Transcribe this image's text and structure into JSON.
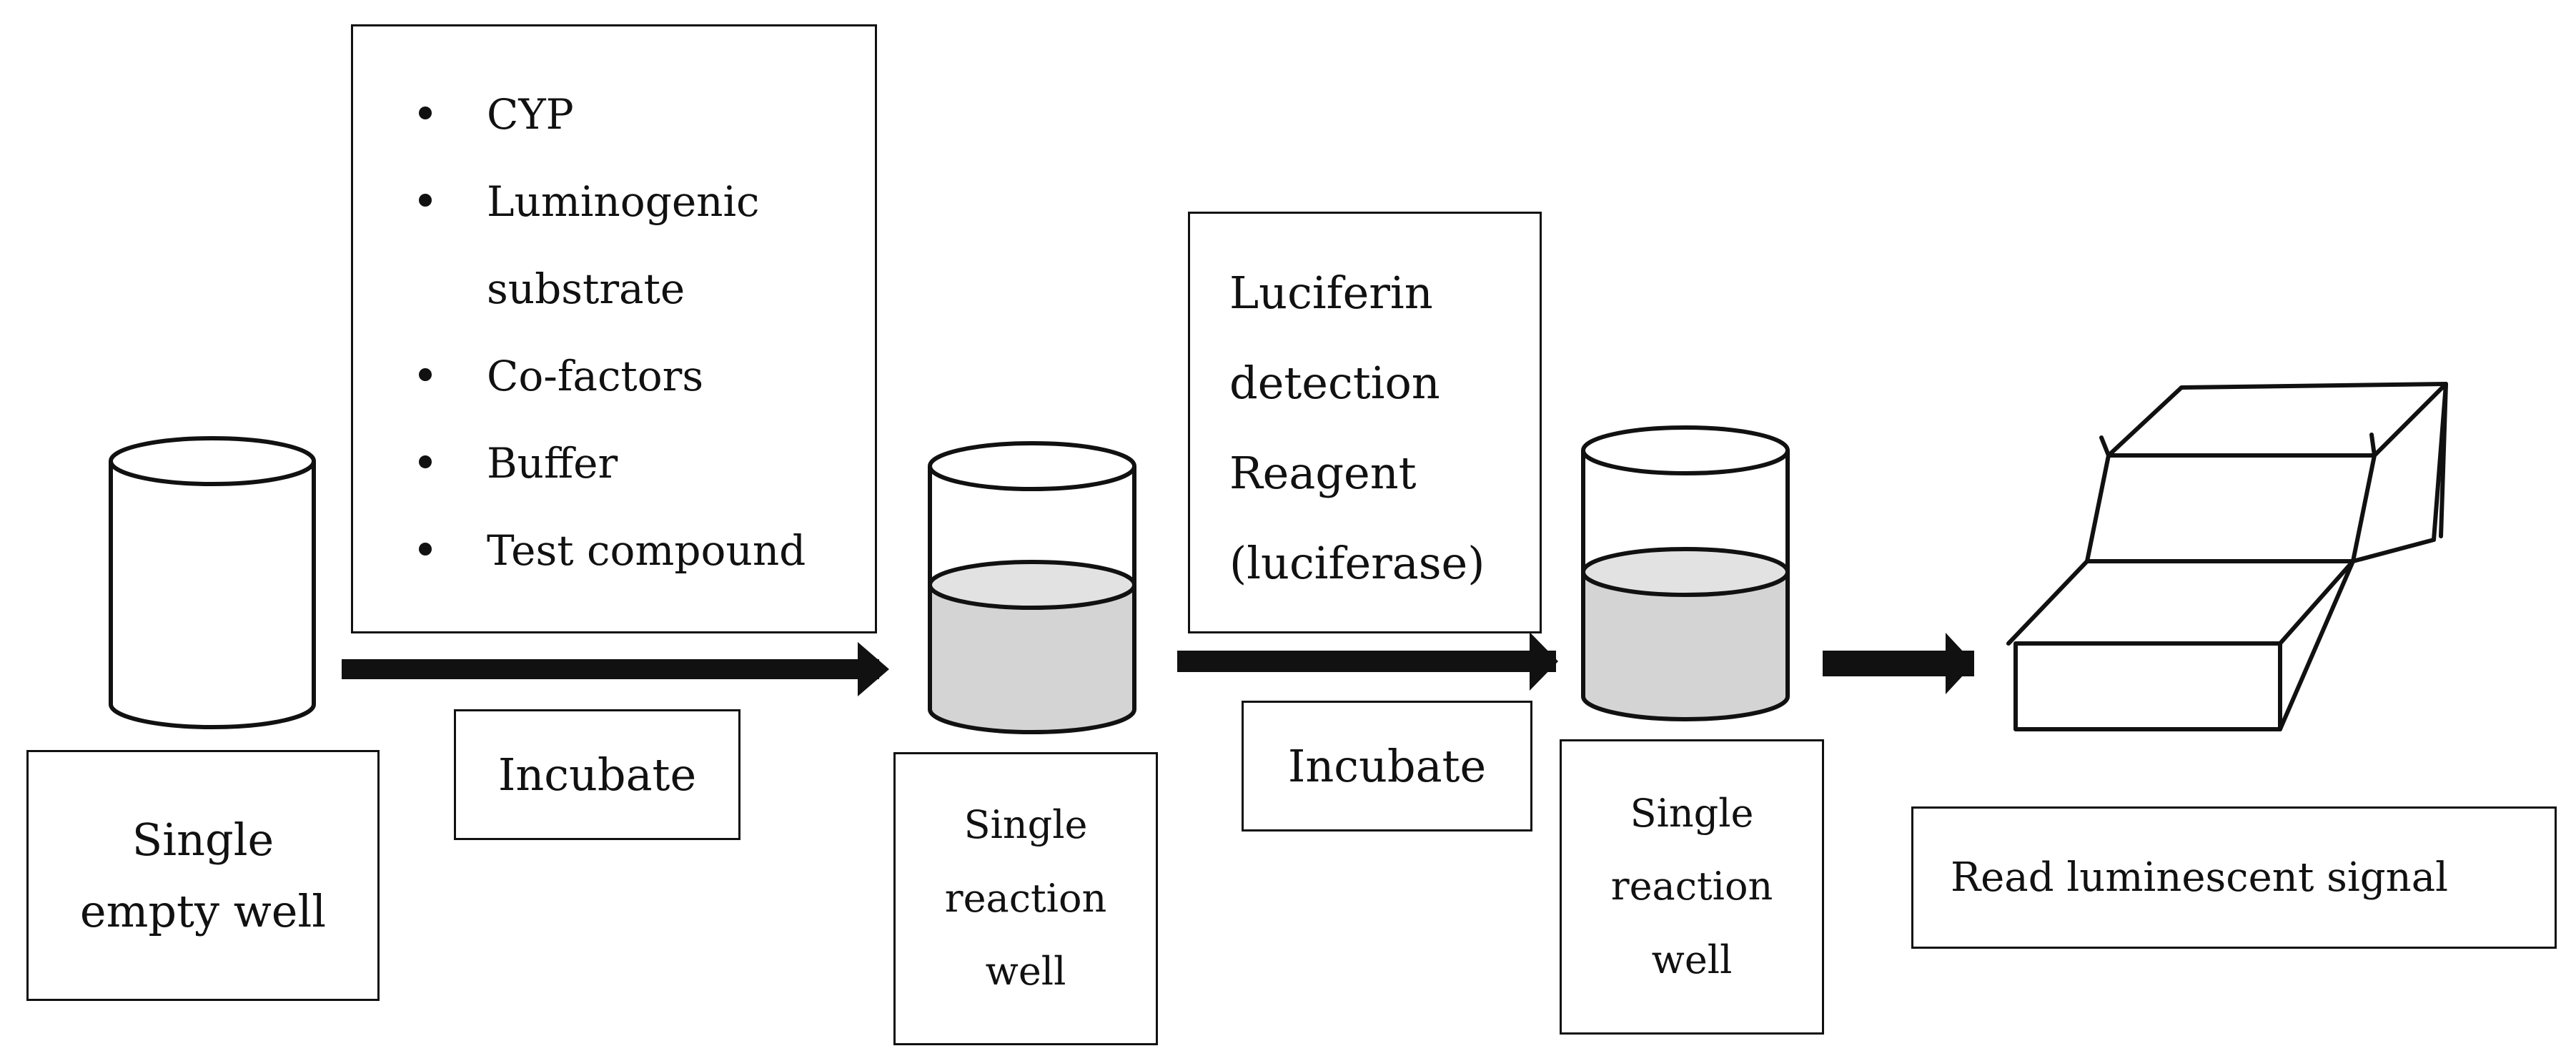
{
  "empty_well": {
    "label_lines": [
      "Single",
      "empty well"
    ]
  },
  "reagent_list": {
    "items": [
      {
        "lines": [
          "CYP"
        ]
      },
      {
        "lines": [
          "Luminogenic",
          "substrate"
        ]
      },
      {
        "lines": [
          "Co-factors"
        ]
      },
      {
        "lines": [
          "Buffer"
        ]
      },
      {
        "lines": [
          "Test compound"
        ]
      }
    ]
  },
  "step1": {
    "label": "Incubate"
  },
  "reaction_well_1": {
    "label_lines": [
      "Single",
      "reaction",
      "well"
    ]
  },
  "detection_reagent": {
    "lines": [
      "Luciferin",
      "detection",
      "Reagent",
      "(luciferase)"
    ]
  },
  "step2": {
    "label": "Incubate"
  },
  "reaction_well_2": {
    "label_lines": [
      "Single",
      "reaction",
      "well"
    ]
  },
  "reader": {
    "label": "Read luminescent signal"
  },
  "colors": {
    "liquid": "#d4d4d4",
    "stroke": "#111111"
  }
}
